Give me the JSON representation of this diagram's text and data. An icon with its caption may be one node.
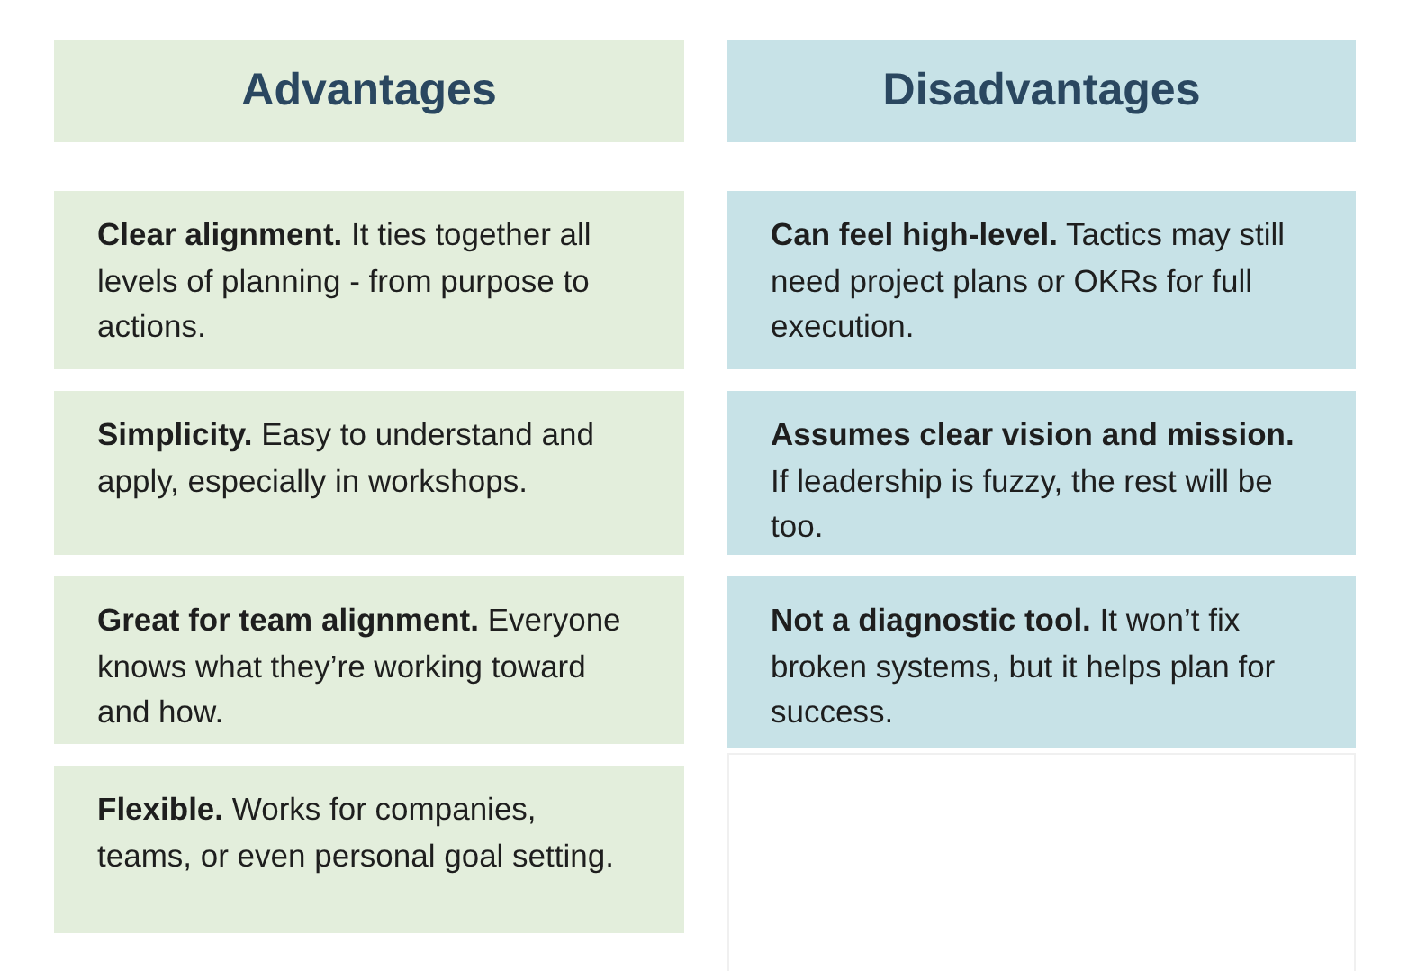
{
  "diagram": {
    "nodes": [
      {
        "text": [
          "Advantages"
        ]
      },
      {
        "text": [
          "Disadvantages"
        ]
      },
      {
        "text": [
          "**Clear alignment.** It ties together all levels of planning - from purpose to actions."
        ]
      },
      {
        "text": [
          "**Can feel high-level.** Tactics may still need project plans or OKRs for full execution."
        ]
      },
      {
        "text": [
          "**Simplicity.** Easy to understand and apply, especially in workshops."
        ]
      },
      {
        "text": [
          "**Assumes clear vision and mission.** If leadership is fuzzy, the rest will be too."
        ]
      },
      {
        "text": [
          "**Great for team alignment.** Everyone knows what they’re working toward and how."
        ]
      },
      {
        "text": [
          "**Not a diagnostic tool.** It won’t fix broken systems, but it helps plan for success."
        ]
      },
      {
        "text": [
          "**Flexible.** Works for companies, teams, or even personal goal setting."
        ]
      },
      {
        "text": [],
        "shape": "box"
      }
    ]
  }
}
